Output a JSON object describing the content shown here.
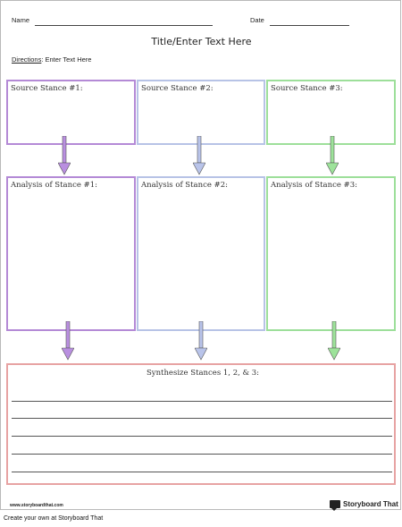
{
  "header": {
    "name_label": "Name",
    "date_label": "Date"
  },
  "title": "Title/Enter Text Here",
  "directions": {
    "label": "Directions",
    "text": ": Enter Text Here"
  },
  "source_boxes": [
    {
      "label": "Source Stance #1:",
      "color": "#b48ad6"
    },
    {
      "label": "Source Stance #2:",
      "color": "#b7c3e6"
    },
    {
      "label": "Source Stance #3:",
      "color": "#9ddf9a"
    }
  ],
  "analysis_boxes": [
    {
      "label": "Analysis of Stance #1:",
      "color": "#b48ad6"
    },
    {
      "label": "Analysis of Stance #2:",
      "color": "#b7c3e6"
    },
    {
      "label": "Analysis of Stance #3:",
      "color": "#9ddf9a"
    }
  ],
  "arrow_colors": [
    "#b98fe0",
    "#b9c4ea",
    "#9de39a"
  ],
  "synthesis": {
    "label": "Synthesize Stances 1, 2, & 3:",
    "color": "#e7a3a3"
  },
  "footer": {
    "url": "www.storyboardthat.com",
    "brand": "Storyboard That",
    "create_text": "Create your own at Storyboard That"
  }
}
